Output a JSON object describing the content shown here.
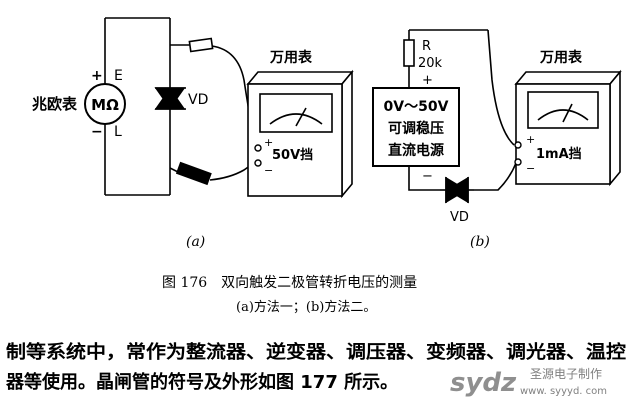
{
  "diagram_a": {
    "ohmmeter_label": "兆欧表",
    "ohmmeter_symbol": "MΩ",
    "plus": "+",
    "minus": "−",
    "terminal_e": "E",
    "terminal_l": "L",
    "diode_label": "VD",
    "meter_title": "万用表",
    "range_label": "50V挡",
    "meter_plus": "+",
    "meter_minus": "−",
    "tag": "(a)"
  },
  "diagram_b": {
    "resistor_label": "R",
    "resistor_value": "20k",
    "supply_plus": "+",
    "supply_minus": "−",
    "supply_line1": "0V～50V",
    "supply_line2": "可调稳压",
    "supply_line3": "直流电源",
    "diode_label": "VD",
    "meter_title": "万用表",
    "range_label": "1mA挡",
    "meter_plus": "+",
    "meter_minus": "−",
    "tag": "(b)"
  },
  "caption": {
    "title": "图 176　双向触发二极管转折电压的测量",
    "subtitle": "(a)方法一；(b)方法二。"
  },
  "body_text": {
    "line1": "制等系统中，常作为整流器、逆变器、调压器、变频器、调光器、温控",
    "line2": "器等使用。晶闸管的符号及外形如图 177 所示。"
  },
  "watermark": {
    "logo": "sydz",
    "text": "圣源电子制作",
    "url": "www. syyyd. com"
  }
}
